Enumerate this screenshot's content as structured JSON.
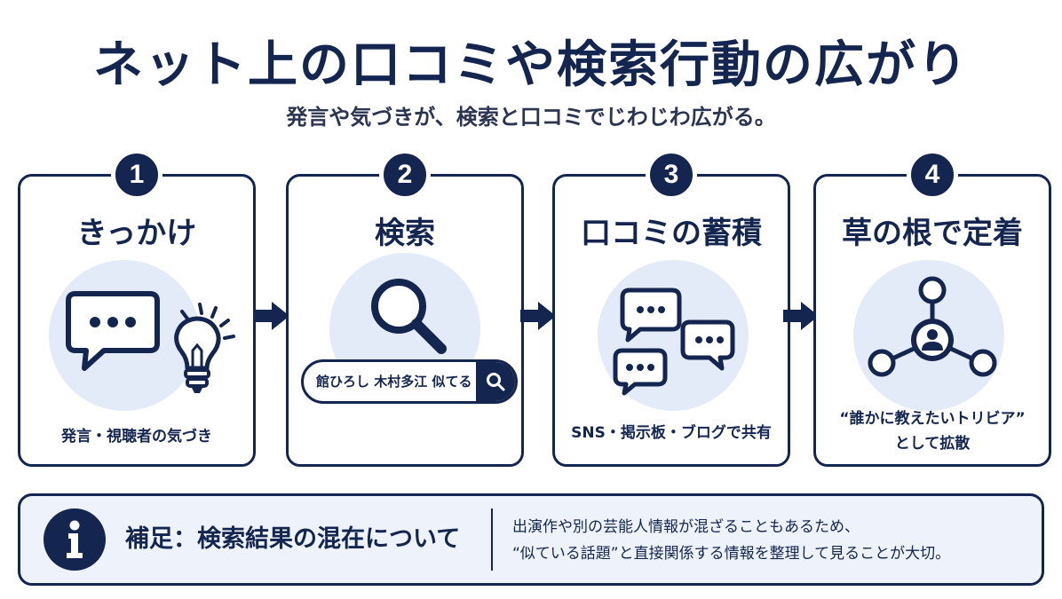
{
  "title": "ネット上の口コミや検索行動の広がり",
  "subtitle": "発言や気づきが、検索と口コミでじわじわ広がる。",
  "steps": [
    {
      "number": "1",
      "title": "きっかけ",
      "caption": "発言・視聴者の気づき"
    },
    {
      "number": "2",
      "title": "検索",
      "search_query": "館ひろし 木村多江 似てる"
    },
    {
      "number": "3",
      "title": "口コミの蓄積",
      "caption": "SNS・掲示板・ブログで共有"
    },
    {
      "number": "4",
      "title": "草の根で定着",
      "caption_line1": "“誰かに教えたいトリビア”",
      "caption_line2": "として拡散"
    }
  ],
  "note": {
    "icon": "info-icon",
    "title": "補足：検索結果の混在について",
    "line1": "出演作や別の芸能人情報が混ざることもあるため、",
    "line2": "“似ている話題”と直接関係する情報を整理して見ることが大切。"
  },
  "colors": {
    "navy": "#14264f",
    "light_circle": "#e3ebf8",
    "note_bg": "#eef3fb"
  },
  "icons": [
    "speech-bubble-icon",
    "lightbulb-icon",
    "magnifier-icon",
    "chat-bubbles-icon",
    "network-user-icon",
    "arrow-right-icon"
  ]
}
